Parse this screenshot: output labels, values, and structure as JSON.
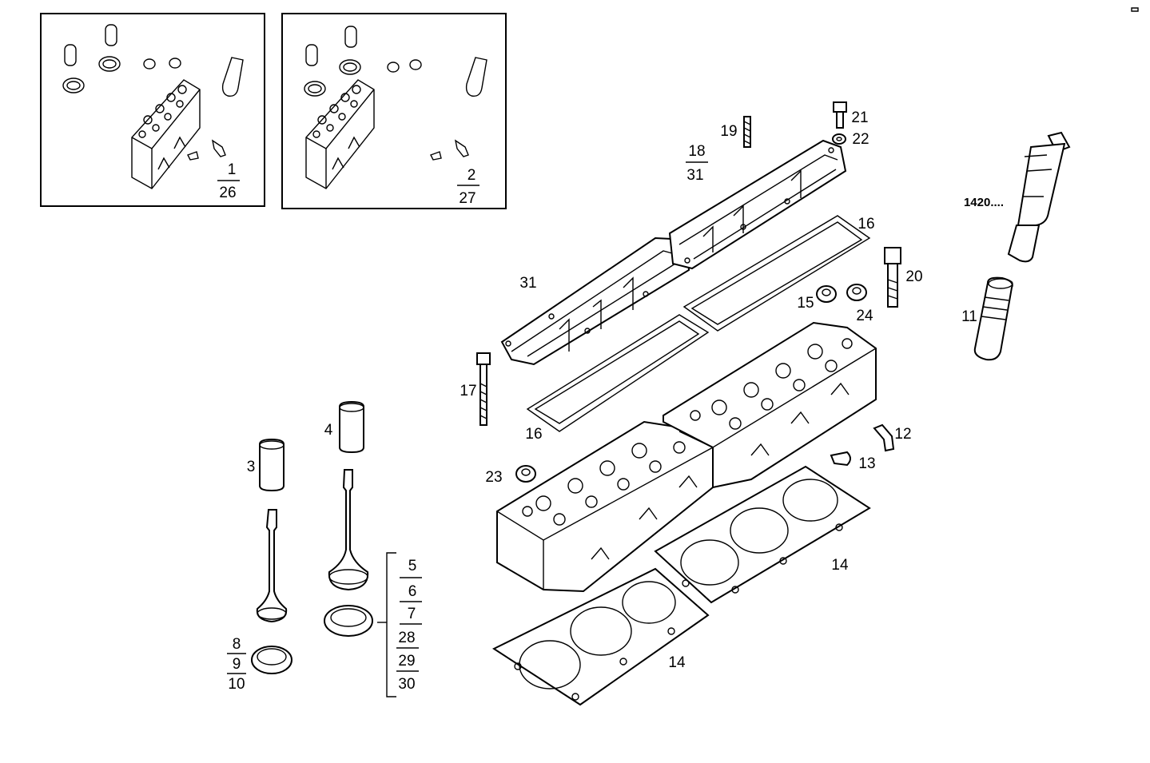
{
  "insets": [
    {
      "top_label": "1",
      "bottom_label": "26"
    },
    {
      "top_label": "2",
      "bottom_label": "27"
    }
  ],
  "labels": {
    "p3": "3",
    "p4": "4",
    "p8": "8",
    "p9": "9",
    "p10": "10",
    "p5": "5",
    "p6": "6",
    "p7": "7",
    "p28": "28",
    "p29": "29",
    "p30": "30",
    "p11": "11",
    "p12": "12",
    "p13": "13",
    "p14a": "14",
    "p14b": "14",
    "p15": "15",
    "p16a": "16",
    "p16b": "16",
    "p17": "17",
    "p18": "18",
    "p31a": "31",
    "p31b": "31",
    "p19": "19",
    "p20": "20",
    "p21": "21",
    "p22": "22",
    "p23": "23",
    "p24": "24",
    "p1420": "1420...."
  }
}
